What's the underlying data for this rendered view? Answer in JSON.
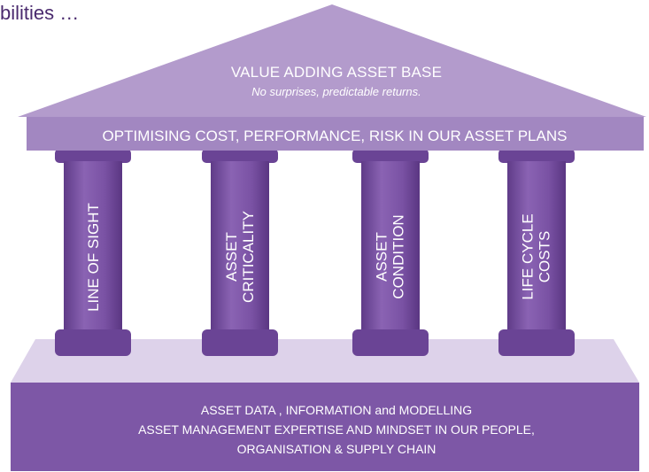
{
  "heading": "bilities …",
  "roof": {
    "title": "VALUE ADDING ASSET BASE",
    "subtitle": "No surprises, predictable returns."
  },
  "beam": "OPTIMISING COST, PERFORMANCE, RISK IN OUR ASSET PLANS",
  "pillars": [
    {
      "lines": [
        "LINE OF SIGHT"
      ]
    },
    {
      "lines": [
        "ASSET",
        "CRITICALITY"
      ]
    },
    {
      "lines": [
        "ASSET",
        "CONDITION"
      ]
    },
    {
      "lines": [
        "LIFE CYCLE",
        "COSTS"
      ]
    }
  ],
  "base": {
    "line1": "ASSET DATA , INFORMATION and MODELLING",
    "line2": "ASSET MANAGEMENT EXPERTISE AND MINDSET IN OUR PEOPLE,",
    "line3": "ORGANISATION & SUPPLY CHAIN"
  },
  "colors": {
    "roof": "#b39bcc",
    "beam": "#a287c1",
    "pillar": "#7b53a3",
    "pillar_dark": "#5e3a86",
    "plinth_top": "#ddd2ea",
    "base": "#7d57a6",
    "heading": "#4a2a6e"
  }
}
